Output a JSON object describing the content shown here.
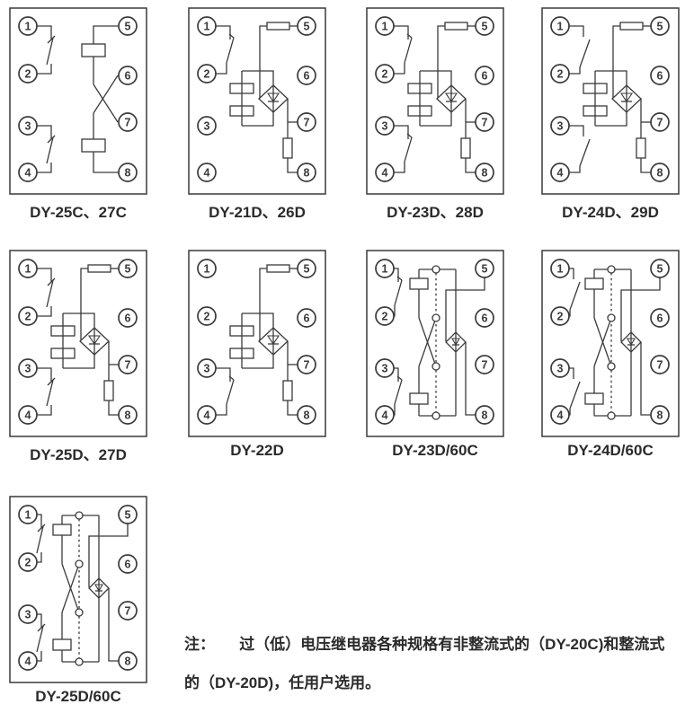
{
  "colors": {
    "line": "#3a3a3a",
    "text": "#2b2b2b",
    "bg": "#ffffff"
  },
  "terminals": [
    "1",
    "2",
    "3",
    "4",
    "5",
    "6",
    "7",
    "8"
  ],
  "diagrams": [
    {
      "label": "DY-25C、27C",
      "schematic": "contacts-cross",
      "switch_top": "tick",
      "switch_bottom": "tick"
    },
    {
      "label": "DY-21D、26D",
      "schematic": "rectifier-bridge",
      "switch_top": "hook",
      "switch_bottom": "none"
    },
    {
      "label": "DY-23D、28D",
      "schematic": "rectifier-bridge",
      "switch_top": "hook",
      "switch_bottom": "hook"
    },
    {
      "label": "DY-24D、29D",
      "schematic": "rectifier-bridge",
      "switch_top": "blade",
      "switch_bottom": "blade"
    },
    {
      "label": "DY-25D、27D",
      "schematic": "rectifier-bridge",
      "switch_top": "tick",
      "switch_bottom": "tick"
    },
    {
      "label": "DY-22D",
      "schematic": "rectifier-bridge",
      "switch_top": "none",
      "switch_bottom": "hook"
    },
    {
      "label": "DY-23D/60C",
      "schematic": "rectifier-bridge-60c",
      "switch_top": "hook",
      "switch_bottom": "hook"
    },
    {
      "label": "DY-24D/60C",
      "schematic": "rectifier-bridge-60c",
      "switch_top": "blade",
      "switch_bottom": "blade"
    },
    {
      "label": "DY-25D/60C",
      "schematic": "rectifier-bridge-60c",
      "switch_top": "tick",
      "switch_bottom": "tick"
    }
  ],
  "note": {
    "label": "注：",
    "line1": "过（低）电压继电器各种规格有非整流式的（DY-20C)和整流式",
    "line2": "的（DY-20D)，任用户选用。"
  }
}
